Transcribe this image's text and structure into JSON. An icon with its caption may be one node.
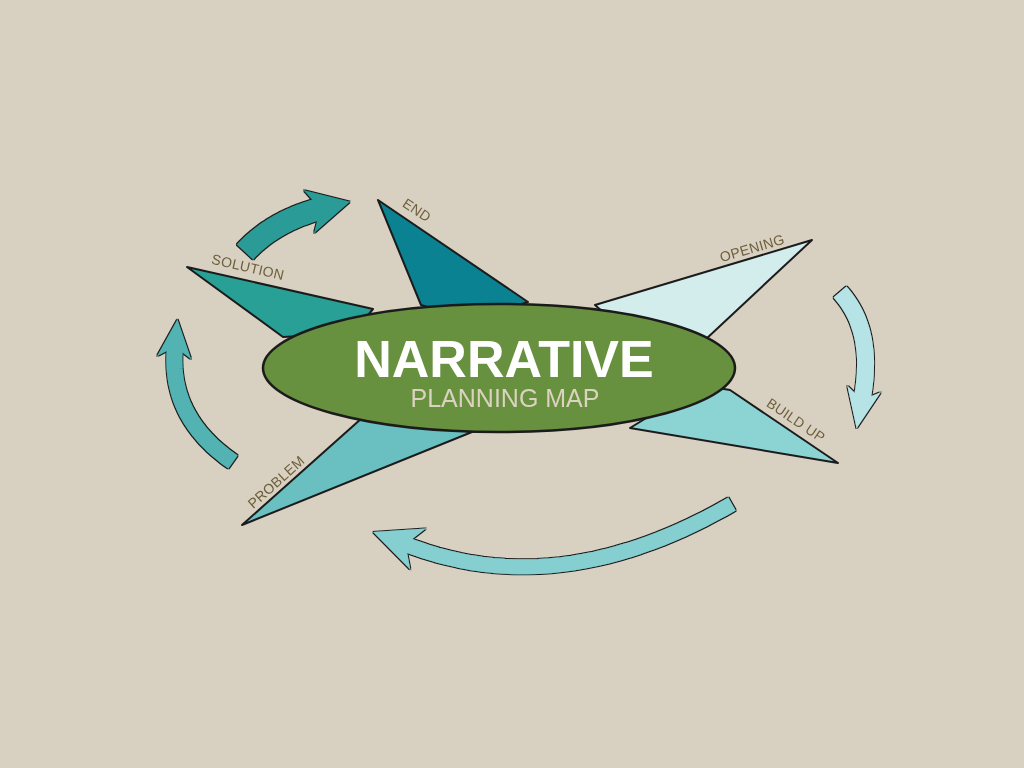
{
  "diagram": {
    "nodes": [
      {
        "text": [
          "NARRATIVE",
          "PLANNING MAP"
        ]
      },
      {
        "text": [
          "OPENING"
        ]
      },
      {
        "text": [
          "BUILD UP"
        ]
      },
      {
        "text": [
          "PROBLEM"
        ]
      },
      {
        "text": [
          "SOLUTION"
        ]
      },
      {
        "text": [
          "END"
        ]
      }
    ],
    "edges": [
      {
        "from": 1,
        "to": 2,
        "arrow": "to",
        "color": "#b5e3e6"
      },
      {
        "from": 2,
        "to": 3,
        "arrow": "to",
        "color": "#86cfd1"
      },
      {
        "from": 3,
        "to": 4,
        "arrow": "to",
        "color": "#52b3b3"
      },
      {
        "from": 4,
        "to": 5,
        "arrow": "to",
        "color": "#2a9b97"
      }
    ]
  }
}
